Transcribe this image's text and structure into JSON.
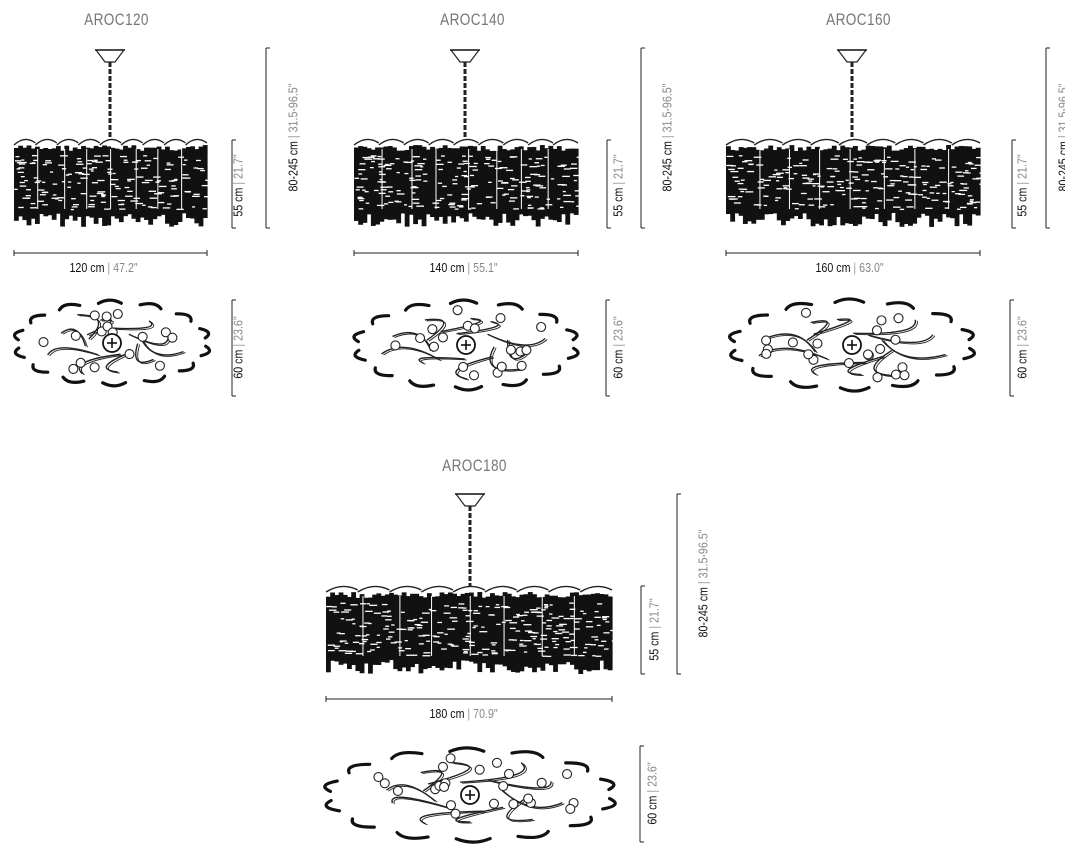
{
  "common": {
    "height_drop": "80-245 cm",
    "height_drop_imp": "31.5-96.5\"",
    "body_height": "55 cm",
    "body_height_imp": "21.7\"",
    "depth": "60 cm",
    "depth_imp": "23.6\"",
    "sep": "|"
  },
  "models": [
    {
      "name": "AROC120",
      "width": "120 cm",
      "width_imp": "47.2\""
    },
    {
      "name": "AROC140",
      "width": "140 cm",
      "width_imp": "55.1\""
    },
    {
      "name": "AROC160",
      "width": "160 cm",
      "width_imp": "63.0\""
    },
    {
      "name": "AROC180",
      "width": "180 cm",
      "width_imp": "70.9\""
    }
  ]
}
